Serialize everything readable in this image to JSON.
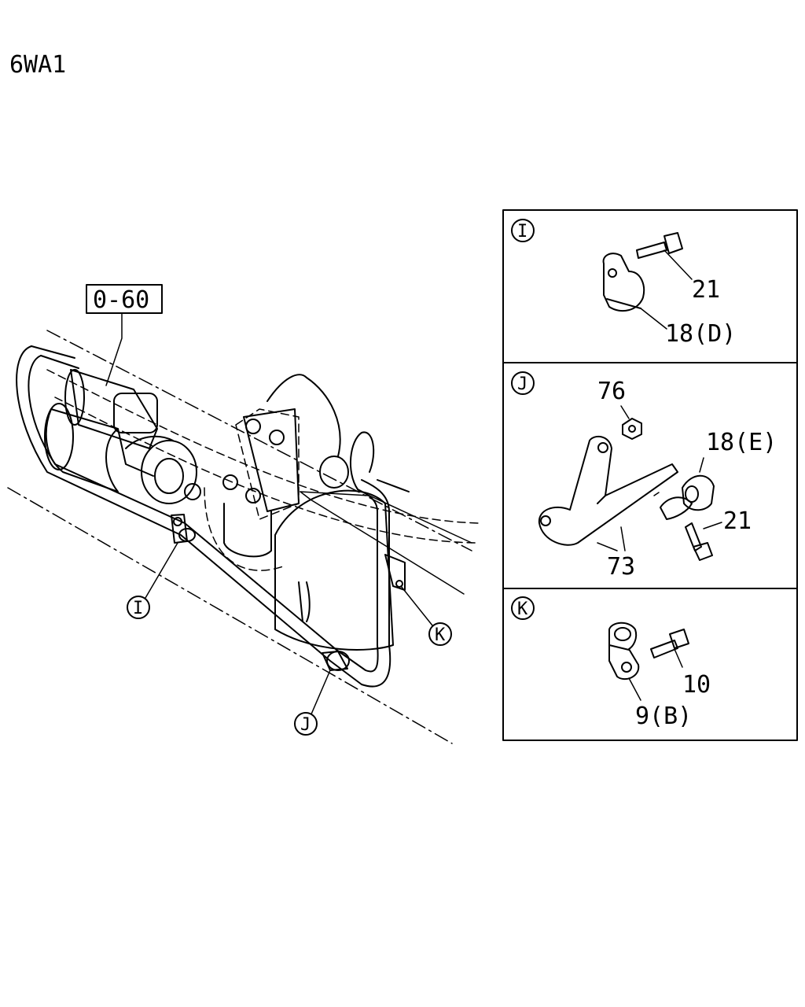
{
  "header": {
    "model_code": "6WA1"
  },
  "main_view": {
    "reference_box": "0-60",
    "callouts": {
      "I": "I",
      "J": "J",
      "K": "K"
    }
  },
  "detail_panels": [
    {
      "id": "I",
      "parts": [
        {
          "label": "21"
        },
        {
          "label": "18(D)"
        }
      ]
    },
    {
      "id": "J",
      "parts": [
        {
          "label": "76"
        },
        {
          "label": "18(E)"
        },
        {
          "label": "21"
        },
        {
          "label": "73"
        }
      ]
    },
    {
      "id": "K",
      "parts": [
        {
          "label": "10"
        },
        {
          "label": "9(B)"
        }
      ]
    }
  ]
}
